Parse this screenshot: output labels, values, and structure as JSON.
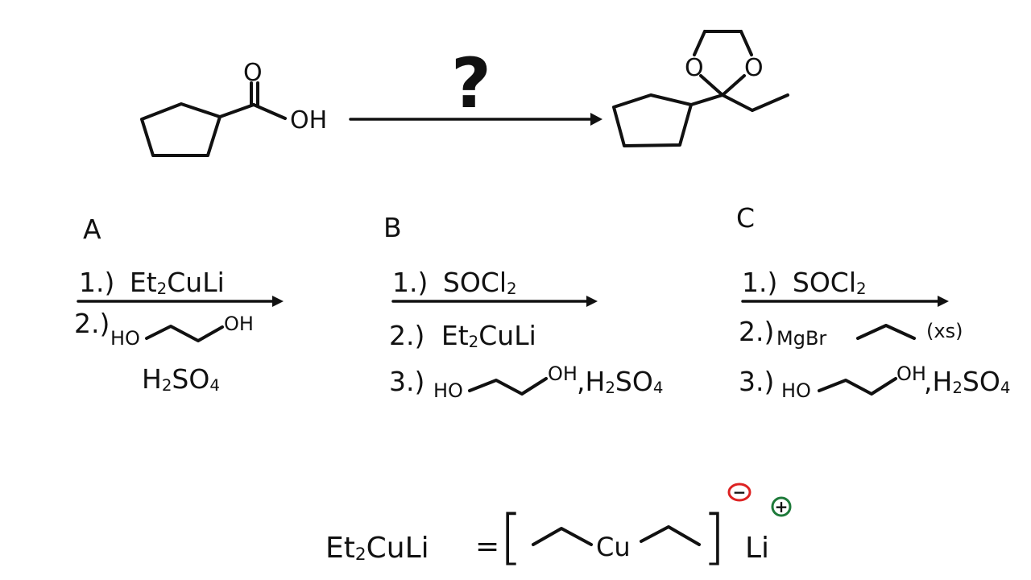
{
  "reaction": {
    "question_mark": "?",
    "question_color": "#ee6633",
    "reactant": {
      "carbonyl_o": "O",
      "hydroxyl": "OH"
    },
    "product": {
      "ring_o_left": "O",
      "ring_o_right": "O"
    }
  },
  "options": [
    {
      "letter": "A",
      "letter_color": "#6a3aa0",
      "steps": [
        {
          "num": "1.)",
          "parts": [
            [
              "Et",
              ""
            ],
            [
              "2",
              "sub"
            ],
            [
              "CuLi",
              ""
            ]
          ]
        },
        {
          "num": "2.)",
          "left": "HO",
          "right": "OH",
          "extra": ""
        },
        {
          "reagent": [
            [
              "H",
              ""
            ],
            [
              "2",
              "sub"
            ],
            [
              "SO",
              ""
            ],
            [
              "4",
              "sub"
            ]
          ]
        }
      ]
    },
    {
      "letter": "B",
      "letter_color": "#6a3aa0",
      "steps": [
        {
          "num": "1.)",
          "parts": [
            [
              "SOCl",
              ""
            ],
            [
              "2",
              "sub"
            ]
          ]
        },
        {
          "num": "2.)",
          "parts": [
            [
              "Et",
              ""
            ],
            [
              "2",
              "sub"
            ],
            [
              "CuLi",
              ""
            ]
          ]
        },
        {
          "num": "3.)",
          "left": "HO",
          "right": "OH",
          "extra": [
            [
              ",H",
              ""
            ],
            [
              "2",
              "sub"
            ],
            [
              "SO",
              ""
            ],
            [
              "4",
              "sub"
            ]
          ]
        }
      ]
    },
    {
      "letter": "C",
      "letter_color": "#6a3aa0",
      "steps": [
        {
          "num": "1.)",
          "parts": [
            [
              "SOCl",
              ""
            ],
            [
              "2",
              "sub"
            ]
          ]
        },
        {
          "num": "2.)",
          "reagent": "MgBr",
          "note": "(xs)"
        },
        {
          "num": "3.)",
          "left": "HO",
          "right": "OH",
          "extra": [
            [
              ",H",
              ""
            ],
            [
              "2",
              "sub"
            ],
            [
              "SO",
              ""
            ],
            [
              "4",
              "sub"
            ]
          ]
        }
      ]
    }
  ],
  "definition": {
    "lhs": [
      [
        "Et",
        ""
      ],
      [
        "2",
        "sub"
      ],
      [
        "CuLi",
        ""
      ]
    ],
    "equals": "=",
    "left_bracket": "[",
    "center": "Cu",
    "right_bracket": "]",
    "cation": "Li",
    "minus_sign": "−",
    "plus_sign": "+",
    "minus_color": "#dd2222",
    "plus_color": "#1e7a3a"
  }
}
